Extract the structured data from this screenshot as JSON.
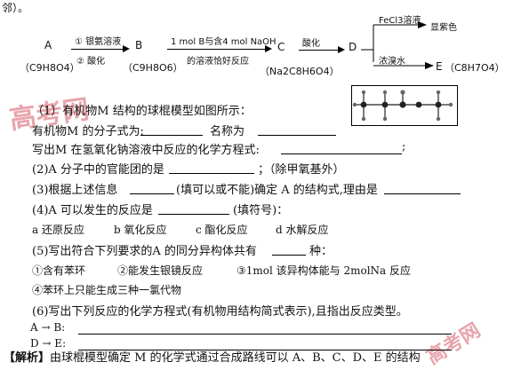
{
  "header": {
    "tail": "邻）。"
  },
  "scheme": {
    "A_label": "A",
    "A_formula": "（C9H8O4）",
    "step1_top": "① 银氨溶液",
    "step1_bottom": "② 酸化",
    "B_label": "B",
    "B_formula": "（C9H8O6）",
    "step2_top": "1 mol B与含4 mol NaOH",
    "step2_bottom": "的溶液恰好反应",
    "C_label": "C",
    "C_formula": "（Na2C8H6O4）",
    "step3": "酸化",
    "D_label": "D",
    "branch_top_reagent": "FeCl3溶液",
    "branch_top_product": "显紫色",
    "branch_bottom_reagent": "浓溴水",
    "E_label": "E",
    "E_formula": "（C8H7O4）"
  },
  "questions": {
    "q1_intro": "（1）有机物M 结构的球棍模型如图所示：",
    "q1_formula": "有机物M 的分子式为:",
    "q1_name": "名称为",
    "q1_equation": "写出M 在氢氧化钠溶液中反应的化学方程式:",
    "q2": "(2)A 分子中的官能团的是",
    "q2_note": "；（除甲氧基外）",
    "q3_a": "(3)根据上述信息",
    "q3_b": "(填可以或不能)确定 A 的结构式,理由是",
    "q4_a": "(4)A 可以发生的反应是",
    "q4_b": "(填符号)：",
    "q4_options": [
      "a 还原反应",
      "b 氧化反应",
      "c 酯化反应",
      "d 水解反应"
    ],
    "q5_a": "(5)写出符合下列要求的A 的同分异构体共有",
    "q5_b": "种：",
    "q5_c1": "①含有苯环",
    "q5_c2": "②能发生银镜反应",
    "q5_c3": "③1mol 该异构体能与 2molNa 反应",
    "q5_c4": "④苯环上只能生成三种一氯代物",
    "q6": "(6)写出下列反应的化学方程式(有机物用结构简式表示),且指出反应类型。",
    "q6_ab": "A  → B:",
    "q6_de": "D  → E:"
  },
  "analysis": {
    "tag": "【解析】",
    "text": "由球棍模型确定 M 的化学式通过合成路线可以 A、B、C、D、E 的结构"
  },
  "watermark": {
    "left": "高考网",
    "right": "高考网"
  },
  "colors": {
    "text": "#111111",
    "watermark": "#d65a6a"
  }
}
